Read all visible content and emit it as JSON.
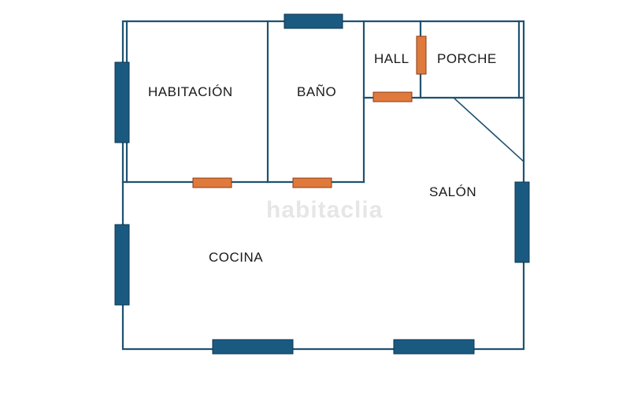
{
  "rooms": {
    "habitacion": "HABITACIÓN",
    "bano": "BAÑO",
    "hall": "HALL",
    "porche": "PORCHE",
    "salon": "SALÓN",
    "cocina": "COCINA"
  },
  "watermark": "habitaclia",
  "colors": {
    "wall": "#1d5272",
    "window": "#1a5a80",
    "door": "#e07a3c",
    "label": "#1a1a1a"
  }
}
